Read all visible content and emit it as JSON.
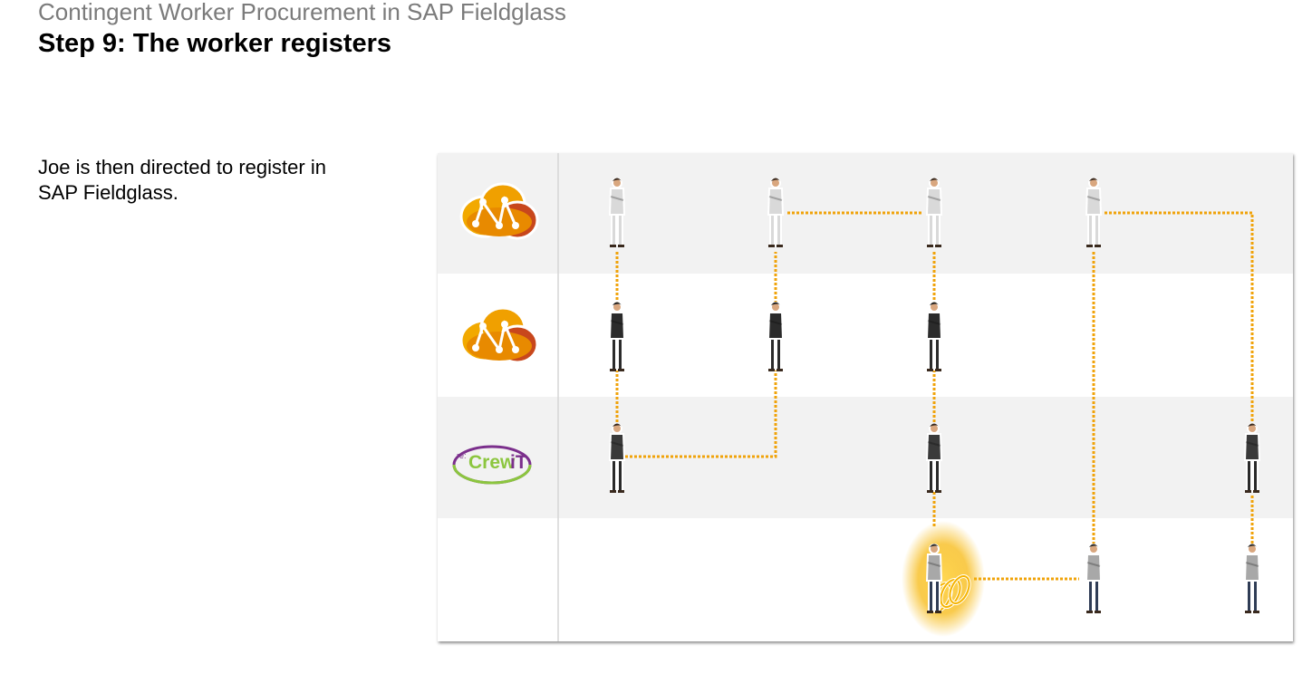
{
  "header": {
    "section_title": "Contingent Worker Procurement in SAP Fieldglass",
    "step_title": "Step 9: The worker registers"
  },
  "description": {
    "text_line1": "Joe is then directed to register in",
    "text_line2": "SAP Fieldglass."
  },
  "diagram": {
    "rows": [
      {
        "id": "client-manager",
        "logo": "fieldglass-cloud-icon",
        "band": "#f2f2f2"
      },
      {
        "id": "client-procurement",
        "logo": "fieldglass-cloud-icon",
        "band": "#ffffff"
      },
      {
        "id": "supplier-recruiter",
        "logo": "recrewit-logo",
        "band": "#f2f2f2"
      },
      {
        "id": "worker",
        "logo": "",
        "band": "#ffffff"
      }
    ],
    "logo_text": {
      "recrewit_prefix": "re:",
      "recrewit_name": "Crew",
      "recrewit_suffix": "iT"
    },
    "colors": {
      "connector": "#f0a30a",
      "band_gray": "#f2f2f2",
      "woman_suit": "#d9d9d9",
      "man_suit": "#2b2b2b",
      "recruiter_jacket": "#3a3a3a",
      "worker_sweater": "#a8a8a8",
      "worker_jeans": "#2f3c55",
      "logo_orange": "#f2a900",
      "logo_red": "#c8471c",
      "highlight_glow": "#f6b400"
    },
    "people": [
      {
        "type": "manager-woman",
        "col": 1,
        "row": 1
      },
      {
        "type": "manager-woman",
        "col": 2,
        "row": 1
      },
      {
        "type": "manager-woman",
        "col": 3,
        "row": 1
      },
      {
        "type": "manager-woman",
        "col": 4,
        "row": 1
      },
      {
        "type": "procurement-man",
        "col": 1,
        "row": 2
      },
      {
        "type": "procurement-man",
        "col": 2,
        "row": 2
      },
      {
        "type": "procurement-man",
        "col": 3,
        "row": 2
      },
      {
        "type": "recruiter-woman",
        "col": 1,
        "row": 3
      },
      {
        "type": "recruiter-woman",
        "col": 3,
        "row": 3
      },
      {
        "type": "recruiter-woman",
        "col": 5,
        "row": 3
      },
      {
        "type": "worker-man-highlighted",
        "col": 3,
        "row": 4
      },
      {
        "type": "worker-man",
        "col": 4,
        "row": 4
      },
      {
        "type": "worker-man",
        "col": 5,
        "row": 4
      }
    ]
  }
}
